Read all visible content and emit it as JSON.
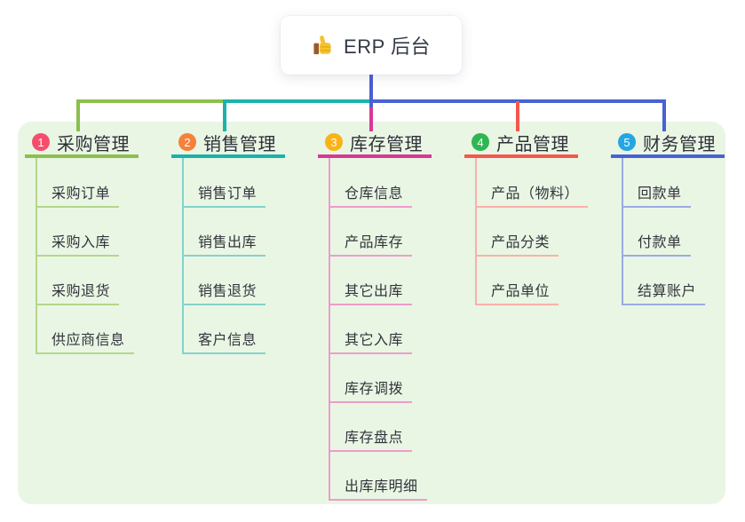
{
  "root": {
    "label": "ERP 后台",
    "icon": "thumbs-up-icon"
  },
  "canvas": {
    "background": "#ffffff",
    "panel_background": "#e9f6e4",
    "root_connector_color": "#4a5fd3"
  },
  "branches": [
    {
      "index": "1",
      "label": "采购管理",
      "badge_color": "#f64d6d",
      "line_color": "#8cbf4d",
      "child_line_color": "#b3d68c",
      "children": [
        "采购订单",
        "采购入库",
        "采购退货",
        "供应商信息"
      ]
    },
    {
      "index": "2",
      "label": "销售管理",
      "badge_color": "#f6813a",
      "line_color": "#19b3ab",
      "child_line_color": "#84d2cc",
      "children": [
        "销售订单",
        "销售出库",
        "销售退货",
        "客户信息"
      ]
    },
    {
      "index": "3",
      "label": "库存管理",
      "badge_color": "#fab317",
      "line_color": "#d93895",
      "child_line_color": "#ee9ccb",
      "children": [
        "仓库信息",
        "产品库存",
        "其它出库",
        "其它入库",
        "库存调拨",
        "库存盘点",
        "出库库明细"
      ]
    },
    {
      "index": "4",
      "label": "产品管理",
      "badge_color": "#30b553",
      "line_color": "#f6564d",
      "child_line_color": "#fab0a9",
      "children": [
        "产品（物料）",
        "产品分类",
        "产品单位"
      ]
    },
    {
      "index": "5",
      "label": "财务管理",
      "badge_color": "#25a5e2",
      "line_color": "#4862d3",
      "child_line_color": "#9aabe3",
      "children": [
        "回款单",
        "付款单",
        "结算账户"
      ]
    }
  ]
}
